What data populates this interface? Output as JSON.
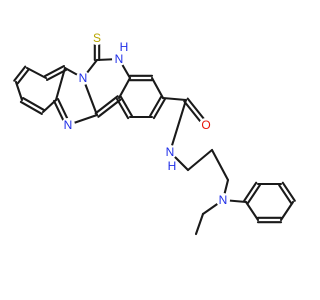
{
  "molecule": {
    "bond_color": "#1a1a1a",
    "atoms": [
      {
        "key": "S",
        "label": "S",
        "color": "#b8a600"
      },
      {
        "key": "NH",
        "label": "H",
        "color": "#1f2ee8",
        "heavy": "N"
      },
      {
        "key": "N1",
        "label": "N",
        "color": "#1f2ee8"
      },
      {
        "key": "N2",
        "label": "N",
        "color": "#1f2ee8"
      },
      {
        "key": "O",
        "label": "O",
        "color": "#e8150a"
      },
      {
        "key": "NHa",
        "label": "H",
        "color": "#1f2ee8",
        "heavy": "N"
      },
      {
        "key": "N3",
        "label": "N",
        "color": "#1f2ee8"
      }
    ]
  }
}
